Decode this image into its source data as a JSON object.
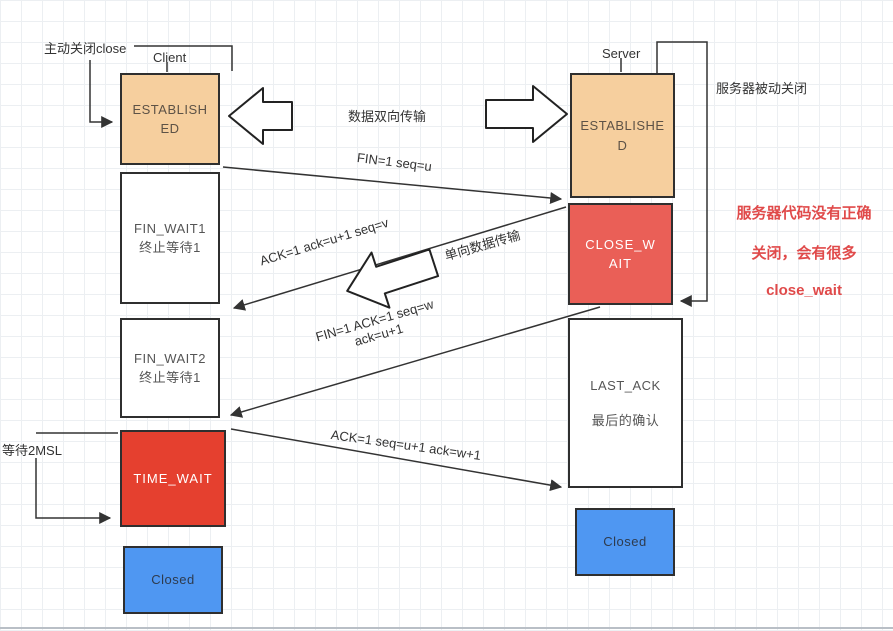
{
  "labels": {
    "active_close": "主动关闭close",
    "client": "Client",
    "server": "Server",
    "passive_close": "服务器被动关闭",
    "bidirectional_transfer": "数据双向传输",
    "unidirectional_transfer": "单向数据传输",
    "wait_2msl": "等待2MSL"
  },
  "client_states": {
    "established": "ESTABLISHED",
    "fin_wait1": "FIN_WAIT1",
    "fin_wait1_cn": "终止等待1",
    "fin_wait2": "FIN_WAIT2",
    "fin_wait2_cn": "终止等待1",
    "time_wait": "TIME_WAIT",
    "closed": "Closed"
  },
  "server_states": {
    "established": "ESTABLISHED",
    "close_wait": "CLOSE_WAIT",
    "last_ack": "LAST_ACK",
    "last_ack_cn": "最后的确认",
    "closed": "Closed"
  },
  "messages": {
    "fin": "FIN=1  seq=u",
    "ack": "ACK=1 ack=u+1 seq=v",
    "fin_ack_line1": "FIN=1 ACK=1 seq=w",
    "fin_ack_line2": "ack=u+1",
    "final_ack": "ACK=1 seq=u+1 ack=w+1"
  },
  "annotation": {
    "line1": "服务器代码没有正确",
    "line2": "关闭，会有很多",
    "line3": "close_wait"
  },
  "colors": {
    "established_fill": "#f6cf9e",
    "close_wait_fill": "#ea5f57",
    "time_wait_fill": "#e5402f",
    "closed_fill": "#4f97f2",
    "annotation_text": "#e04a4a"
  }
}
